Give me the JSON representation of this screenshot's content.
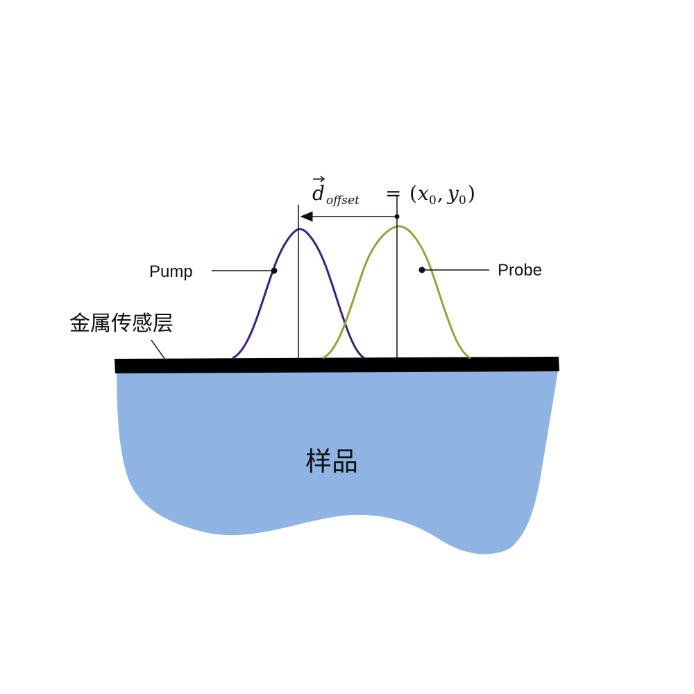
{
  "labels": {
    "pump": "Pump",
    "probe": "Probe",
    "sensor_layer": "金属传感层",
    "sample": "样品"
  },
  "offset_formula": {
    "vector_symbol": "d",
    "subscript": "offset",
    "equals": "=",
    "open_paren": "(",
    "x_var": "x",
    "x_sub": "0",
    "comma": ",",
    "y_var": "y",
    "y_sub": "0",
    "close_paren": ")"
  },
  "colors": {
    "pump_curve": "#3b1f7a",
    "probe_curve": "#8fa43a",
    "sample_fill": "#8fb4e3",
    "sensor_layer": "#000000",
    "text": "#111111"
  }
}
